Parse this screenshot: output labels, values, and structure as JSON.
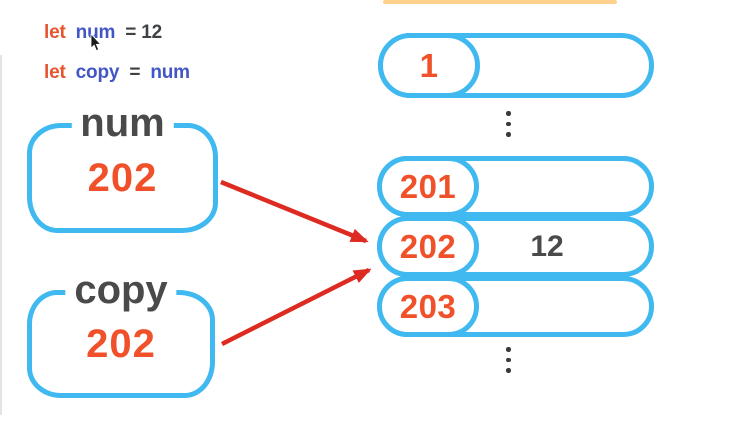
{
  "colors": {
    "sketch_blue": "#3fb9f0",
    "value_orange": "#f0512a",
    "code_keyword_orange": "#e8542e",
    "code_identifier_blue": "#4356c5",
    "text_dark_gray": "#4a4a4a",
    "arrow_red": "#de2b22",
    "title_underline_amber": "#ffd18c"
  },
  "code": {
    "line1": {
      "keyword": "let",
      "identifier": "num",
      "rest": "= 12"
    },
    "line2": {
      "keyword": "let",
      "identifier": "copy",
      "operator": "=",
      "value": "num"
    }
  },
  "variables": [
    {
      "label": "num",
      "value": "202"
    },
    {
      "label": "copy",
      "value": "202"
    }
  ],
  "memory": {
    "rows": [
      {
        "address": "1",
        "value": ""
      },
      {
        "address": "201",
        "value": ""
      },
      {
        "address": "202",
        "value": "12"
      },
      {
        "address": "203",
        "value": ""
      }
    ]
  },
  "icons": {
    "cursor": "mouse-pointer",
    "ellipsis": "vertical-ellipsis"
  }
}
